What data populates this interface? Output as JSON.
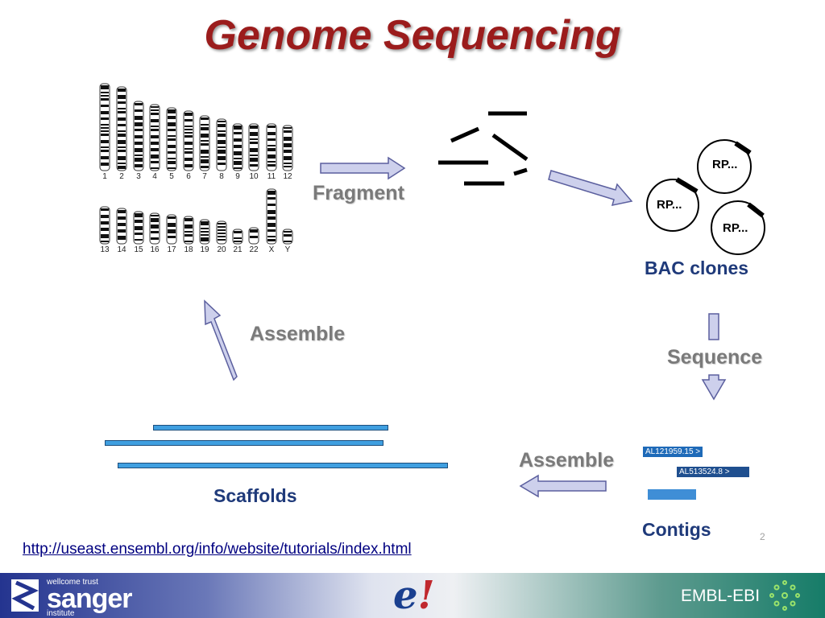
{
  "title": "Genome Sequencing",
  "chromosome_labels_row1": [
    "1",
    "2",
    "3",
    "4",
    "5",
    "6",
    "7",
    "8",
    "9",
    "10",
    "11",
    "12"
  ],
  "chromosome_labels_row2": [
    "13",
    "14",
    "15",
    "16",
    "17",
    "18",
    "19",
    "20",
    "21",
    "22",
    "X",
    "Y"
  ],
  "steps": {
    "fragment": "Fragment",
    "bac_clones": "BAC clones",
    "sequence": "Sequence",
    "assemble_contigs": "Assemble",
    "contigs": "Contigs",
    "scaffolds": "Scaffolds",
    "assemble_top": "Assemble"
  },
  "bac_clone_label": "RP...",
  "contig_accessions": [
    "AL121959.15 >",
    "AL513524.8 >"
  ],
  "link": "http://useast.ensembl.org/info/website/tutorials/index.html",
  "page_number": "2",
  "footer": {
    "sanger_line1": "wellcome trust",
    "sanger_name": "sanger",
    "sanger_line3": "institute",
    "ensembl_logo": "e",
    "ensembl_mark": "!",
    "ebi": "EMBL-EBI"
  },
  "colors": {
    "title": "#9b1c1c",
    "arrow_fill": "#cdd0ec",
    "arrow_stroke": "#5b5f9e",
    "scaffold_fill": "#3f9fe0",
    "label_navy": "#1f3a7a"
  }
}
